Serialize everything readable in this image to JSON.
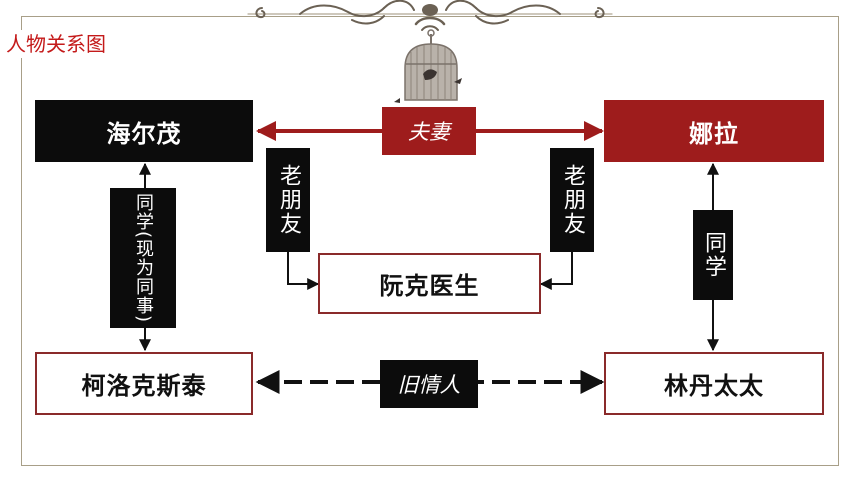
{
  "title": "人物关系图",
  "colors": {
    "accent_red": "#9e1c1c",
    "title_red": "#c41a1a",
    "dark": "#0c0c0c",
    "frame": "#a89f88"
  },
  "nodes": {
    "helmer": "海尔茂",
    "nora": "娜拉",
    "rank": "阮克医生",
    "krogstad": "柯洛克斯泰",
    "linde": "林丹太太"
  },
  "relations": {
    "spouse": "夫妻",
    "old_friend_left": "老朋友",
    "old_friend_right": "老朋友",
    "classmate_left": "同学",
    "classmate_left_note": "(现为同事)",
    "classmate_right": "同学",
    "former_lovers": "旧情人"
  },
  "icons": [
    "ornament-flourish",
    "birdcage"
  ]
}
